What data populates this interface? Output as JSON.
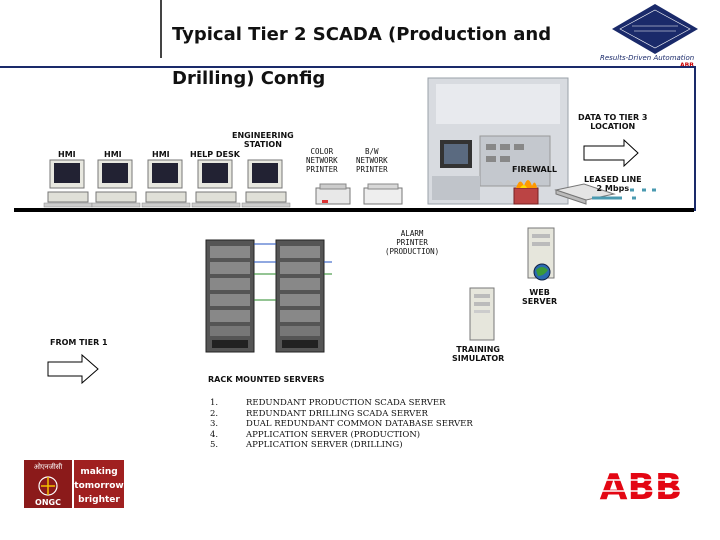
{
  "header": {
    "title_line1": "Typical Tier 2 SCADA (Production and",
    "title_line2": "Drilling) Config",
    "tagline": "Results-Driven Automation",
    "abb_small": "ABB"
  },
  "labels": {
    "hmi1": "HMI",
    "hmi2": "HMI",
    "hmi3": "HMI",
    "help_desk": "HELP DESK",
    "engineering_station": "ENGINEERING\nSTATION",
    "color_printer": "COLOR\nNETWORK\nPRINTER",
    "bw_printer": "B/W\nNETWORK\nPRINTER",
    "firewall": "FIREWALL",
    "data_to_tier3": "DATA TO TIER 3\nLOCATION",
    "leased_line": "LEASED LINE\n2 Mbps",
    "alarm_printer": "ALARM\nPRINTER\n(PRODUCTION)",
    "web_server": "WEB\nSERVER",
    "training_simulator": "TRAINING\nSIMULATOR",
    "from_tier1": "FROM TIER 1",
    "rack_servers": "RACK MOUNTED SERVERS"
  },
  "servers_list": [
    {
      "num": "1.",
      "text": "REDUNDANT PRODUCTION SCADA SERVER"
    },
    {
      "num": "2.",
      "text": "REDUNDANT DRILLING SCADA SERVER"
    },
    {
      "num": "3.",
      "text": "DUAL REDUNDANT COMMON DATABASE SERVER"
    },
    {
      "num": "4.",
      "text": "APPLICATION SERVER (PRODUCTION)"
    },
    {
      "num": "5.",
      "text": "APPLICATION SERVER (DRILLING)"
    }
  ],
  "logos": {
    "ongc_hindi": "ओएनजीसी",
    "ongc_text": "ONGC",
    "ongc_slogan1": "making",
    "ongc_slogan2": "tomorrow",
    "ongc_slogan3": "brighter",
    "abb": "ABB"
  },
  "colors": {
    "brand_navy": "#1a2a6a",
    "abb_red": "#e30613",
    "ongc_maroon": "#8b1a1a",
    "link_blue": "#2050c0",
    "link_green": "#2a8a2a"
  }
}
